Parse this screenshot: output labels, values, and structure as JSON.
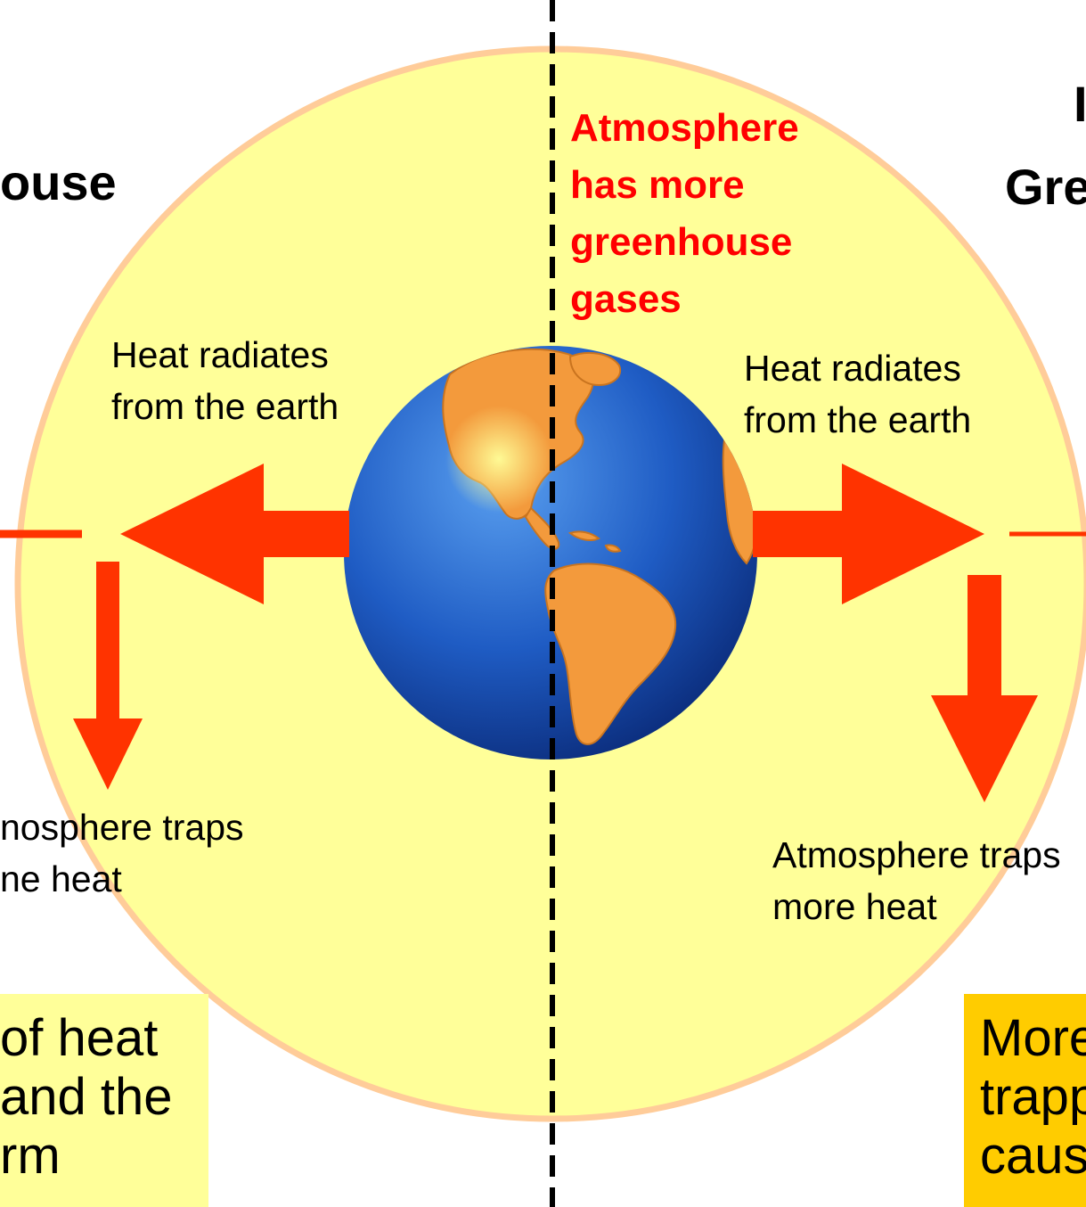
{
  "left_title": "ouse",
  "right_title_line1": "I",
  "right_title_line2": "Gre",
  "center_note": [
    "Atmosphere",
    "has more",
    "greenhouse",
    "gases"
  ],
  "left_radiates": [
    "Heat radiates",
    "from the earth"
  ],
  "right_radiates": [
    "Heat radiates",
    "from the earth"
  ],
  "left_traps": [
    "nosphere traps",
    "ne heat"
  ],
  "right_traps": [
    "Atmosphere traps",
    "more heat"
  ],
  "left_box": [
    "of heat",
    "and the",
    "rm"
  ],
  "right_box": [
    "More",
    "trapp",
    "caus"
  ],
  "colors": {
    "atmosphere_fill": "#ffff99",
    "atmosphere_edge": "#ffcc99",
    "arrow": "#ff3300",
    "note": "#ff0000",
    "left_box": "#ffff99",
    "right_box": "#ffcc00",
    "ocean": "#1f5cc4",
    "land": "#f39a3c"
  },
  "icons": [
    "earth-globe-icon",
    "arrow-left-icon",
    "arrow-right-icon",
    "arrow-down-icon"
  ]
}
